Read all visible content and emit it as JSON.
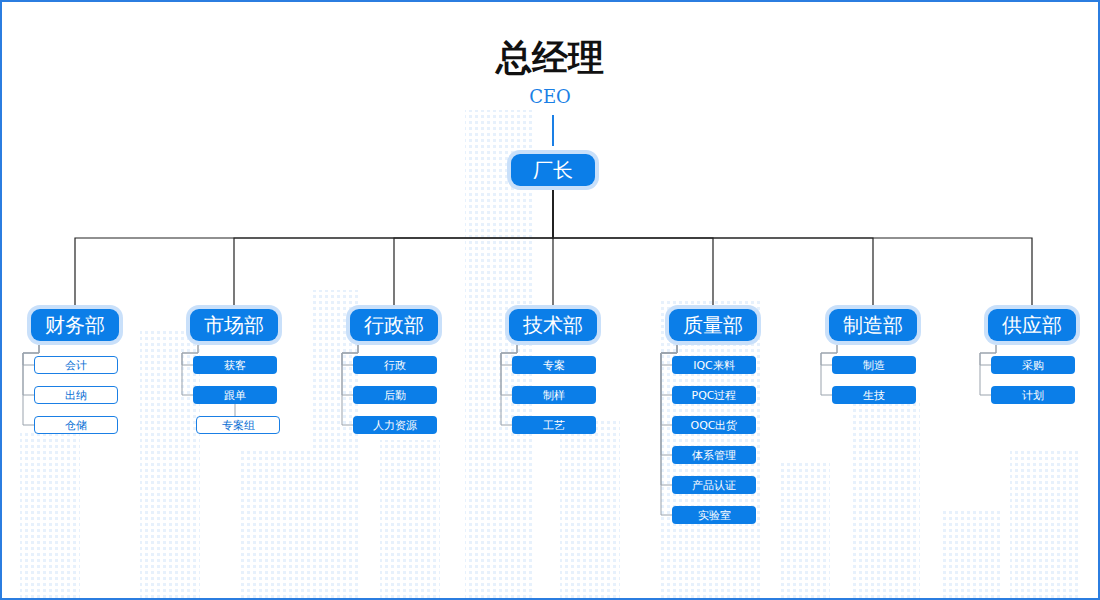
{
  "diagram": {
    "title": "总经理",
    "nodes": [
      {
        "text": [
          "厂长"
        ]
      },
      {
        "text": [
          "财务部"
        ]
      },
      {
        "text": [
          "市场部"
        ]
      },
      {
        "text": [
          "行政部"
        ]
      },
      {
        "text": [
          "技术部"
        ]
      },
      {
        "text": [
          "质量部"
        ]
      },
      {
        "text": [
          "制造部"
        ]
      },
      {
        "text": [
          "供应部"
        ]
      },
      {
        "text": [
          "会计"
        ]
      },
      {
        "text": [
          "出纳"
        ]
      },
      {
        "text": [
          "仓储"
        ]
      },
      {
        "text": [
          "获客"
        ]
      },
      {
        "text": [
          "跟单"
        ]
      },
      {
        "text": [
          "专案组"
        ]
      },
      {
        "text": [
          "行政"
        ]
      },
      {
        "text": [
          "后勤"
        ]
      },
      {
        "text": [
          "人力资源"
        ]
      },
      {
        "text": [
          "专案"
        ]
      },
      {
        "text": [
          "制样"
        ]
      },
      {
        "text": [
          "工艺"
        ]
      },
      {
        "text": [
          "IQC来料"
        ]
      },
      {
        "text": [
          "PQC过程"
        ]
      },
      {
        "text": [
          "OQC出货"
        ]
      },
      {
        "text": [
          "体系管理"
        ]
      },
      {
        "text": [
          "产品认证"
        ]
      },
      {
        "text": [
          "实验室"
        ]
      },
      {
        "text": [
          "制造"
        ]
      },
      {
        "text": [
          "生技"
        ]
      },
      {
        "text": [
          "采购"
        ]
      },
      {
        "text": [
          "计划"
        ]
      }
    ],
    "edges": [
      {
        "from": 0,
        "to": 1,
        "arrow": "none"
      },
      {
        "from": 0,
        "to": 2,
        "arrow": "none"
      },
      {
        "from": 0,
        "to": 3,
        "arrow": "none"
      },
      {
        "from": 0,
        "to": 4,
        "arrow": "none"
      },
      {
        "from": 0,
        "to": 5,
        "arrow": "none"
      },
      {
        "from": 0,
        "to": 6,
        "arrow": "none"
      },
      {
        "from": 0,
        "to": 7,
        "arrow": "none"
      },
      {
        "from": 1,
        "to": 8,
        "arrow": "none"
      },
      {
        "from": 1,
        "to": 9,
        "arrow": "none"
      },
      {
        "from": 1,
        "to": 10,
        "arrow": "none"
      },
      {
        "from": 2,
        "to": 11,
        "arrow": "none"
      },
      {
        "from": 2,
        "to": 12,
        "arrow": "none"
      },
      {
        "from": 12,
        "to": 13,
        "arrow": "none"
      },
      {
        "from": 3,
        "to": 14,
        "arrow": "none"
      },
      {
        "from": 3,
        "to": 15,
        "arrow": "none"
      },
      {
        "from": 3,
        "to": 16,
        "arrow": "none"
      },
      {
        "from": 4,
        "to": 17,
        "arrow": "none"
      },
      {
        "from": 4,
        "to": 18,
        "arrow": "none"
      },
      {
        "from": 4,
        "to": 19,
        "arrow": "none"
      },
      {
        "from": 5,
        "to": 20,
        "arrow": "none"
      },
      {
        "from": 5,
        "to": 21,
        "arrow": "none"
      },
      {
        "from": 5,
        "to": 22,
        "arrow": "none"
      },
      {
        "from": 5,
        "to": 23,
        "arrow": "none"
      },
      {
        "from": 5,
        "to": 24,
        "arrow": "none"
      },
      {
        "from": 5,
        "to": 25,
        "arrow": "none"
      },
      {
        "from": 6,
        "to": 26,
        "arrow": "none"
      },
      {
        "from": 6,
        "to": 27,
        "arrow": "none"
      },
      {
        "from": 7,
        "to": 28,
        "arrow": "none"
      },
      {
        "from": 7,
        "to": 29,
        "arrow": "none"
      }
    ],
    "labels": [
      "CEO"
    ]
  }
}
